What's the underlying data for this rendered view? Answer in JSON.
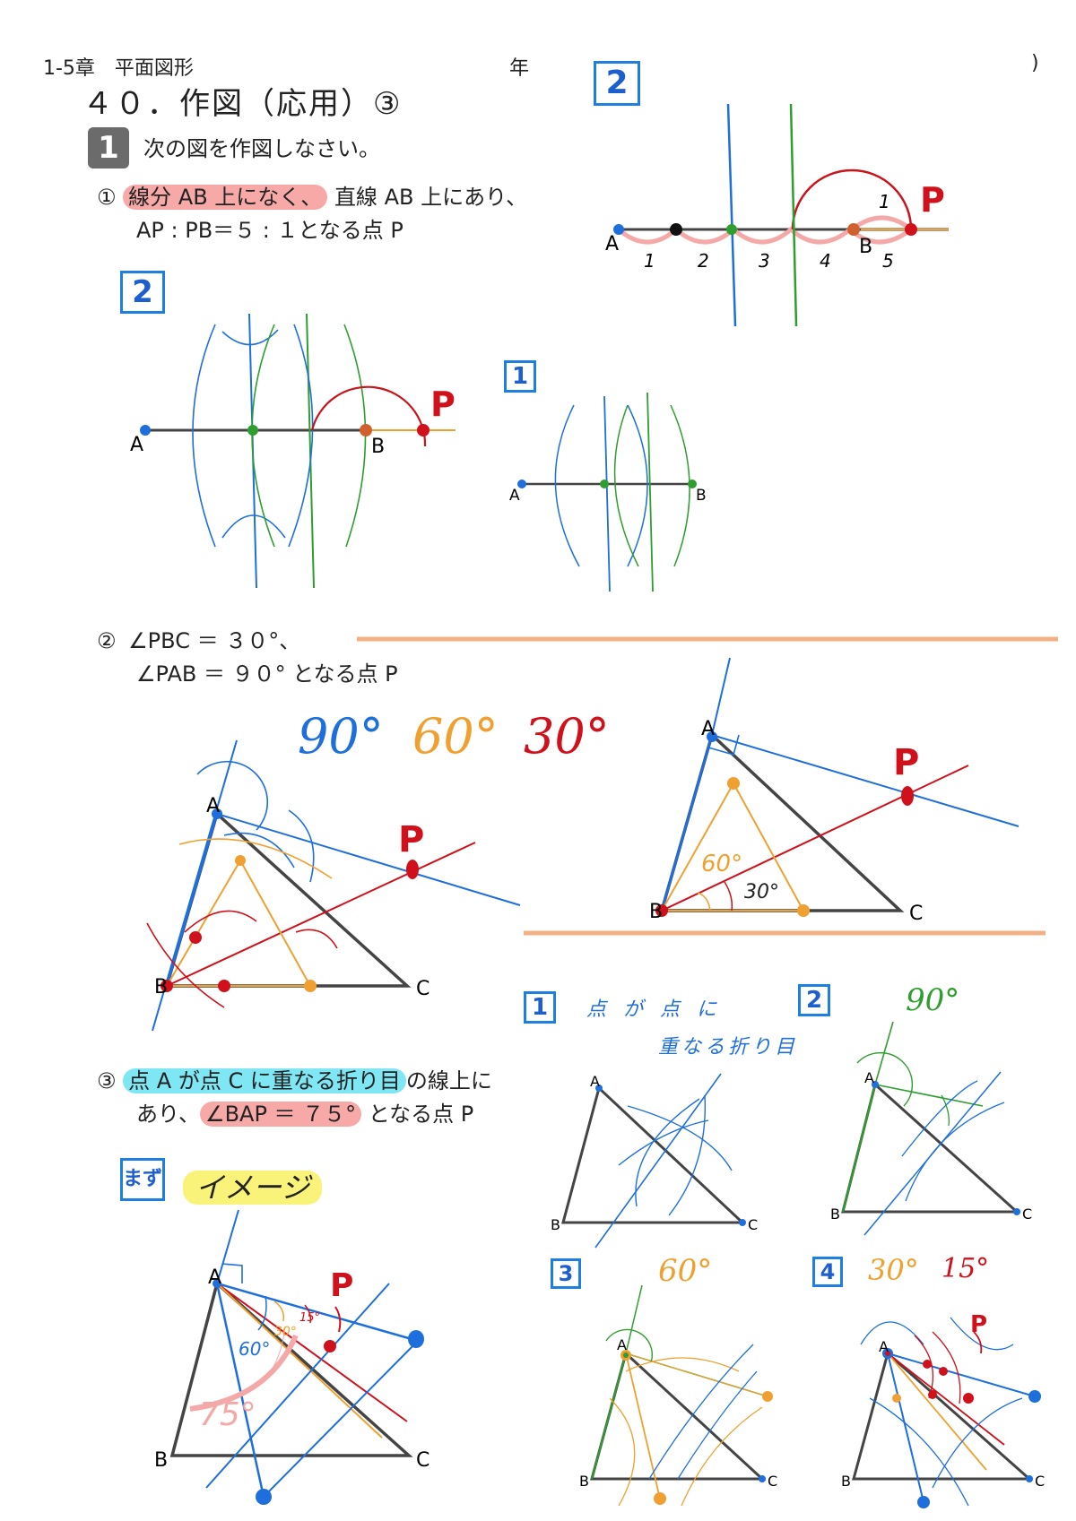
{
  "header": {
    "chapter": "1-5章　平面図形",
    "year_label": "年",
    "close_paren": ")"
  },
  "title": "４０．作図（応用）③",
  "section": {
    "badge": "1",
    "instruction": "次の図を作図しなさい。"
  },
  "q1": {
    "num": "①",
    "highlight": "線分 AB 上になく、",
    "rest1": "直線 AB 上にあり、",
    "line2": "AP : PB＝５ : １となる点 P"
  },
  "q2": {
    "num": "②",
    "line1": "∠PBC ＝ ３０°、",
    "line2": "∠PAB ＝ ９０° となる点 P"
  },
  "q3": {
    "num": "③",
    "highlight1": "点 A が点 C に重なる折り目",
    "rest1": "の線上に",
    "line2a": "あり、",
    "highlight2": "∠BAP ＝ ７５°",
    "line2b": "となる点 P"
  },
  "steps": {
    "s1": "1",
    "s2": "2",
    "s3": "3",
    "s4": "4",
    "first": "まず"
  },
  "notes": {
    "image": "イメージ",
    "deg90": "90°",
    "deg60": "60°",
    "deg30": "30°",
    "deg15": "15°",
    "deg75": "75°",
    "fold1": "点 が 点 に",
    "fold2": "重なる折り目"
  },
  "labels": {
    "A": "A",
    "B": "B",
    "C": "C",
    "P": "P",
    "n1": "1",
    "n2": "2",
    "n3": "3",
    "n4": "4",
    "n5": "5"
  },
  "colors": {
    "blue": "#1e6fdc",
    "green": "#2e9e2e",
    "red": "#d0101a",
    "orange": "#f0a030",
    "pink": "#f4a9a8",
    "gray": "#444444",
    "salmon": "#f2b084"
  }
}
